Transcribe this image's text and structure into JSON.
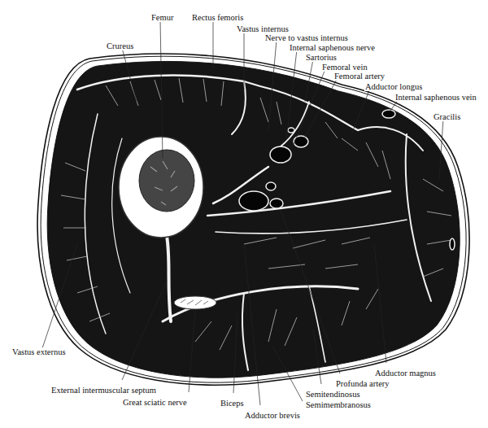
{
  "diagram": {
    "labels": [
      "Femur",
      "Rectus femoris",
      "Crureus",
      "Vastus internus",
      "Nerve to vastus internus",
      "Internal saphenous nerve",
      "Sartorius",
      "Femoral vein",
      "Femoral artery",
      "Adductor longus",
      "Internal saphenous vein",
      "Gracilis",
      "Vastus externus",
      "Adductor magnus",
      "Profunda artery",
      "External intermuscular septum",
      "Semitendinosus",
      "Great sciatic nerve",
      "Biceps",
      "Semimembranosus",
      "Adductor brevis"
    ]
  }
}
